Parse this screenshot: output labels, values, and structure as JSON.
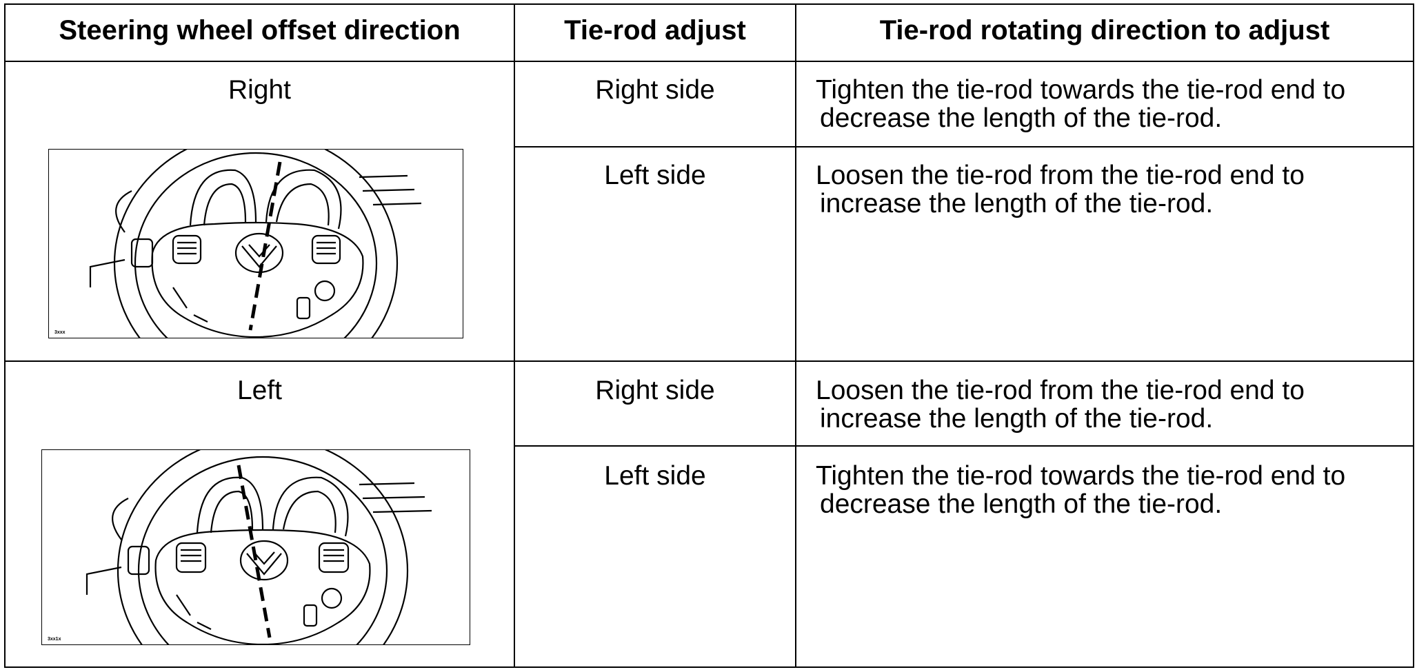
{
  "table": {
    "headers": [
      "Steering wheel offset direction",
      "Tie-rod adjust",
      "Tie-rod rotating direction to adjust"
    ],
    "groups": [
      {
        "offset": "Right",
        "figure": {
          "code": "3xxx",
          "icon": "steering-wheel-offset-right-illustration"
        },
        "rows": [
          {
            "adjust": "Right side",
            "action": [
              "Tighten the tie-rod towards the tie-rod end to",
              "decrease the length of the tie-rod."
            ]
          },
          {
            "adjust": "Left side",
            "action": [
              "Loosen the tie-rod from the tie-rod end to",
              "increase the length of the tie-rod."
            ]
          }
        ]
      },
      {
        "offset": "Left",
        "figure": {
          "code": "3xx1x",
          "icon": "steering-wheel-offset-left-illustration"
        },
        "rows": [
          {
            "adjust": "Right side",
            "action": [
              "Loosen the tie-rod from the tie-rod end to",
              "increase the length of the tie-rod."
            ]
          },
          {
            "adjust": "Left side",
            "action": [
              "Tighten the tie-rod towards the tie-rod end to",
              "decrease the length of the tie-rod."
            ]
          }
        ]
      }
    ]
  }
}
